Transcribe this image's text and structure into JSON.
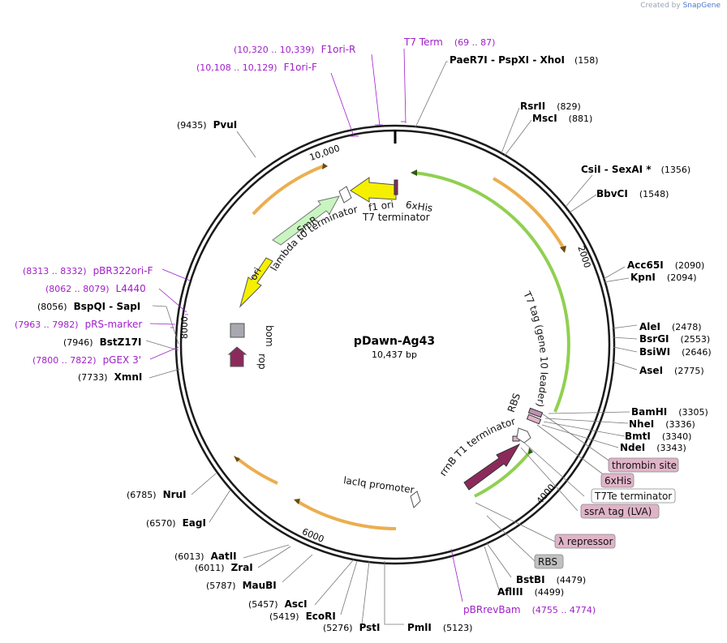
{
  "branding": {
    "created_by": "Created by",
    "product": "SnapGene"
  },
  "plasmid": {
    "name": "pDawn-Ag43",
    "length_label": "10,437 bp",
    "length_bp": 10437
  },
  "ticks": [
    "10,000",
    "2000",
    "4000",
    "6000",
    "8000"
  ],
  "enzymes": {
    "paer7i": "PaeR7I",
    "pspxi": "PspXI",
    "xhoi": "XhoI",
    "xhoi_pos": "(158)",
    "rsrii": "RsrII",
    "rsrii_pos": "(829)",
    "msci": "MscI",
    "msci_pos": "(881)",
    "csii": "CsiI",
    "sexai": "SexAI *",
    "sexai_pos": "(1356)",
    "bbvci": "BbvCI",
    "bbvci_pos": "(1548)",
    "acc65i": "Acc65I",
    "acc65i_pos": "(2090)",
    "kpni": "KpnI",
    "kpni_pos": "(2094)",
    "alei": "AleI",
    "alei_pos": "(2478)",
    "bsrgi": "BsrGI",
    "bsrgi_pos": "(2553)",
    "bsiwi": "BsiWI",
    "bsiwi_pos": "(2646)",
    "asei": "AseI",
    "asei_pos": "(2775)",
    "bamhi": "BamHI",
    "bamhi_pos": "(3305)",
    "nhei": "NheI",
    "nhei_pos": "(3336)",
    "bmti": "BmtI",
    "bmti_pos": "(3340)",
    "ndei": "NdeI",
    "ndei_pos": "(3343)",
    "bstbi": "BstBI",
    "bstbi_pos": "(4479)",
    "aflIII": "AflIII",
    "aflIII_pos": "(4499)",
    "pmli": "PmlI",
    "pmli_pos": "(5123)",
    "psti": "PstI",
    "psti_pos": "(5276)",
    "ecori": "EcoRI",
    "ecori_pos": "(5419)",
    "asci": "AscI",
    "asci_pos": "(5457)",
    "maubi": "MauBI",
    "maubi_pos": "(5787)",
    "zrai": "ZraI",
    "zrai_pos": "(6011)",
    "aatii": "AatII",
    "aatii_pos": "(6013)",
    "eagi": "EagI",
    "eagi_pos": "(6570)",
    "nrui": "NruI",
    "nrui_pos": "(6785)",
    "xmni": "XmnI",
    "xmni_pos": "(7733)",
    "bstz17i": "BstZ17I",
    "bstz17i_pos": "(7946)",
    "bspqi": "BspQI",
    "sapi": "SapI",
    "sapi_pos": "(8056)",
    "pvui": "PvuI",
    "pvui_pos": "(9435)"
  },
  "primers": {
    "t7term": "T7 Term",
    "t7term_pos": "(69 .. 87)",
    "f1ori_r": "F1ori-R",
    "f1ori_r_pos": "(10,320 .. 10,339)",
    "f1ori_f": "F1ori-F",
    "f1ori_f_pos": "(10,108 .. 10,129)",
    "pbr322": "pBR322ori-F",
    "pbr322_pos": "(8313 .. 8332)",
    "l4440": "L4440",
    "l4440_pos": "(8062 .. 8079)",
    "prs": "pRS-marker",
    "prs_pos": "(7963 .. 7982)",
    "pgex": "pGEX 3'",
    "pgex_pos": "(7800 .. 7822)",
    "pbrrevbam": "pBRrevBam",
    "pbrrevbam_pos": "(4755 .. 4774)"
  },
  "features": {
    "f1ori": "f1 ori",
    "his_inner": "6xHis",
    "t7_terminator": "T7 terminator",
    "smr": "SmR",
    "lambda_t0": "lambda t0 terminator",
    "ori": "ori",
    "bom": "bom",
    "rop": "rop",
    "t7tag": "T7 tag (gene 10 leader)",
    "rbs_inner": "RBS",
    "rrnb": "rrnB T1 terminator",
    "laciq": "lacIq promoter"
  },
  "boxed_labels": {
    "thrombin": "thrombin site",
    "his": "6xHis",
    "t7te": "T7Te terminator",
    "ssra": "ssrA tag (LVA)",
    "lambda_rep": "λ repressor",
    "rbs": "RBS"
  },
  "colors": {
    "backbone": "#1a1a1a",
    "orf_orange": "#e8a030",
    "orf_green": "#7cc832",
    "ori_yellow": "#f5f000",
    "smr_green": "#c8f5c0",
    "repressor_maroon": "#8b2a5a",
    "primer_purple": "#a020c8",
    "tag_pink": "#e0b4c8",
    "rbs_gray": "#c0c0c0"
  }
}
